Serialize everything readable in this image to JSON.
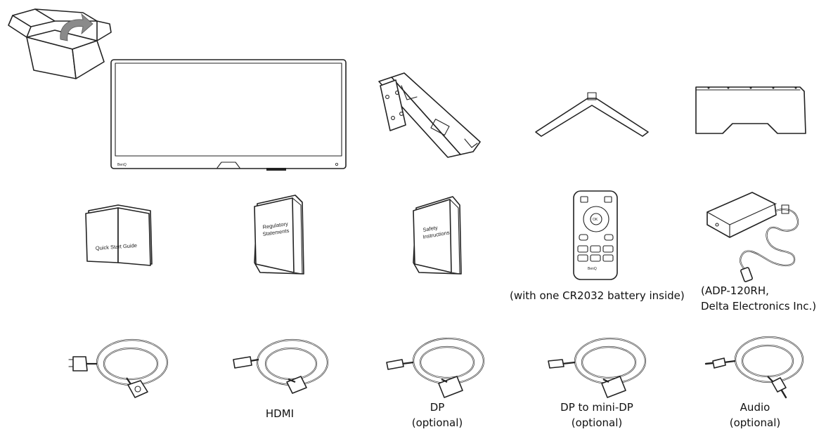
{
  "items": {
    "box": {
      "icon": "open-box-icon"
    },
    "monitor": {
      "icon": "monitor-icon",
      "brand": "BenQ"
    },
    "stand_arm": {
      "icon": "stand-arm-icon"
    },
    "stand_base": {
      "icon": "stand-base-icon"
    },
    "cover": {
      "icon": "cable-cover-icon"
    },
    "quick_start": {
      "icon": "booklet-icon",
      "label": "Quick Start Guide"
    },
    "regulatory": {
      "icon": "booklet-icon",
      "label_line1": "Regulatory",
      "label_line2": "Statements"
    },
    "safety": {
      "icon": "booklet-icon",
      "label_line1": "Safety",
      "label_line2": "Instructions"
    },
    "remote": {
      "icon": "remote-control-icon",
      "ok_label": "OK",
      "brand": "BenQ",
      "caption": "(with one CR2032 battery inside)"
    },
    "adapter": {
      "icon": "power-adapter-icon",
      "caption_line1": "(ADP-120RH,",
      "caption_line2": "Delta Electronics Inc.)"
    },
    "power_cord": {
      "icon": "power-cord-icon"
    },
    "hdmi": {
      "icon": "hdmi-cable-icon",
      "caption": "HDMI"
    },
    "dp": {
      "icon": "dp-cable-icon",
      "caption_line1": "DP",
      "caption_line2": "(optional)"
    },
    "dp_mini": {
      "icon": "dp-mini-dp-cable-icon",
      "caption_line1": "DP to mini-DP",
      "caption_line2": "(optional)"
    },
    "audio": {
      "icon": "audio-cable-icon",
      "caption_line1": "Audio",
      "caption_line2": "(optional)"
    }
  }
}
